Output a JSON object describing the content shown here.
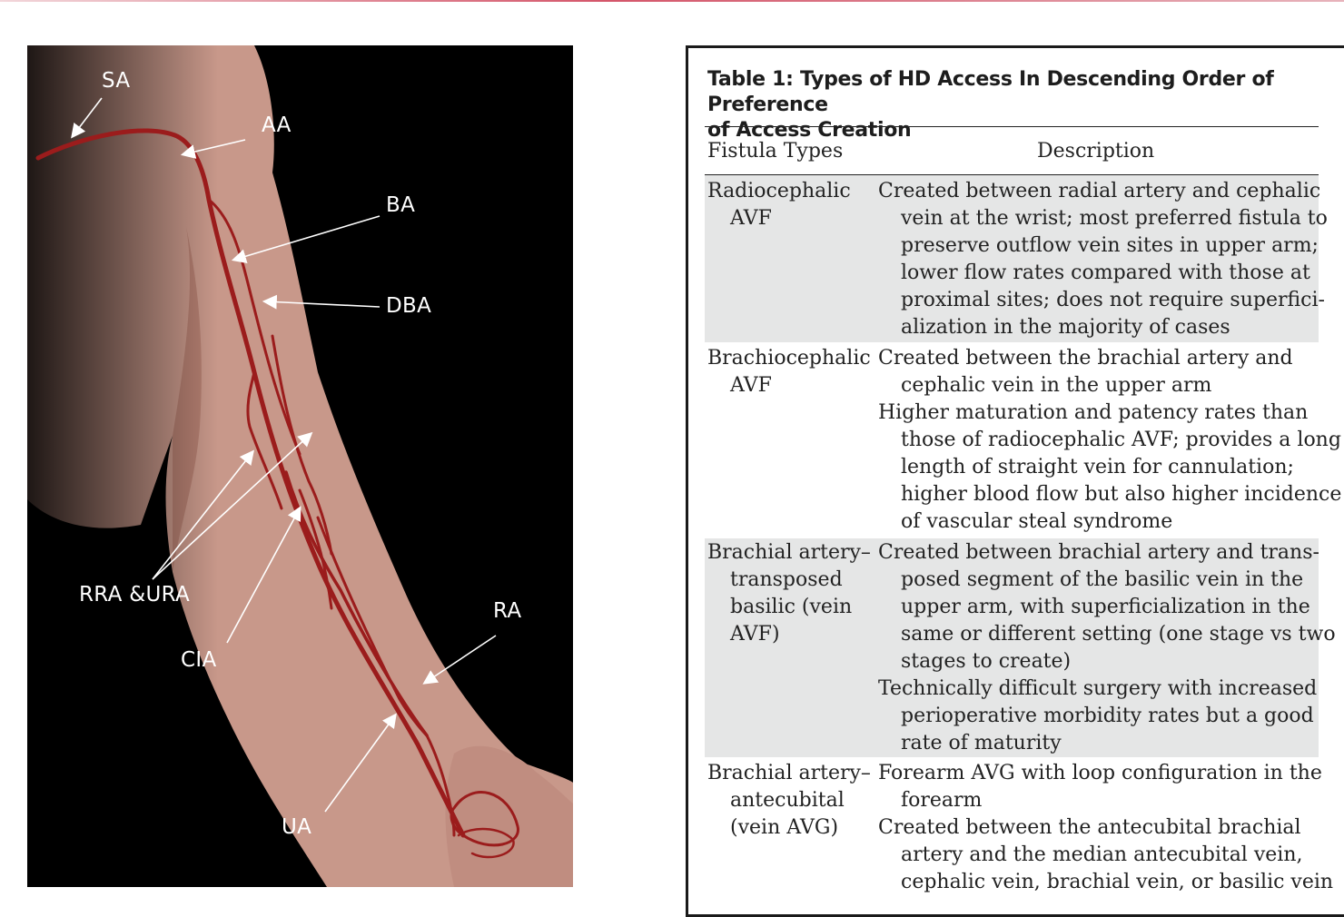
{
  "figure": {
    "labels": {
      "sa": "SA",
      "aa": "AA",
      "ba": "BA",
      "dba": "DBA",
      "rra_ura": "RRA &URA",
      "cia": "CIA",
      "ra": "RA",
      "ua": "UA"
    },
    "colors": {
      "background": "#000000",
      "skin": "#c8988a",
      "skin_shadow": "#b37e70",
      "artery": "#9b1c1c",
      "pointer": "#ffffff"
    }
  },
  "table": {
    "title_line1": "Table 1: Types of HD Access In Descending Order of Preference",
    "title_line2": "of Access Creation",
    "headers": {
      "type": "Fistula Types",
      "description": "Description"
    },
    "row_shading": "#e5e6e6",
    "rows": [
      {
        "type_lines": [
          "Radiocephalic",
          "AVF"
        ],
        "description_lines": [
          "Created between radial artery and cephalic",
          "vein at the wrist; most preferred fistula to",
          "preserve outflow vein sites in upper arm;",
          "lower flow rates compared with those at",
          "proximal sites; does not require superfici-",
          "alization in the majority of cases"
        ]
      },
      {
        "type_lines": [
          "Brachiocephalic",
          "AVF"
        ],
        "description_lines": [
          "Created between the brachial artery and",
          "cephalic vein in the upper arm",
          "Higher maturation and patency rates than",
          "those of radiocephalic AVF; provides a long",
          "length of straight vein for cannulation;",
          "higher blood flow but also higher incidence",
          "of vascular steal syndrome"
        ]
      },
      {
        "type_lines": [
          "Brachial artery–",
          "transposed",
          "basilic (vein",
          "AVF)"
        ],
        "description_lines": [
          "Created between brachial artery and trans-",
          "posed segment of the basilic vein in the",
          "upper arm, with superficialization in the",
          "same or different setting (one stage vs two",
          "stages to create)",
          "Technically difficult surgery with increased",
          "perioperative morbidity rates but a good",
          "rate of maturity"
        ]
      },
      {
        "type_lines": [
          "Brachial artery–",
          "antecubital",
          "(vein AVG)"
        ],
        "description_lines": [
          "Forearm AVG with loop configuration in the",
          "forearm",
          "Created between the antecubital brachial",
          "artery and the median antecubital vein,",
          "cephalic vein, brachial vein, or basilic vein"
        ]
      }
    ]
  }
}
